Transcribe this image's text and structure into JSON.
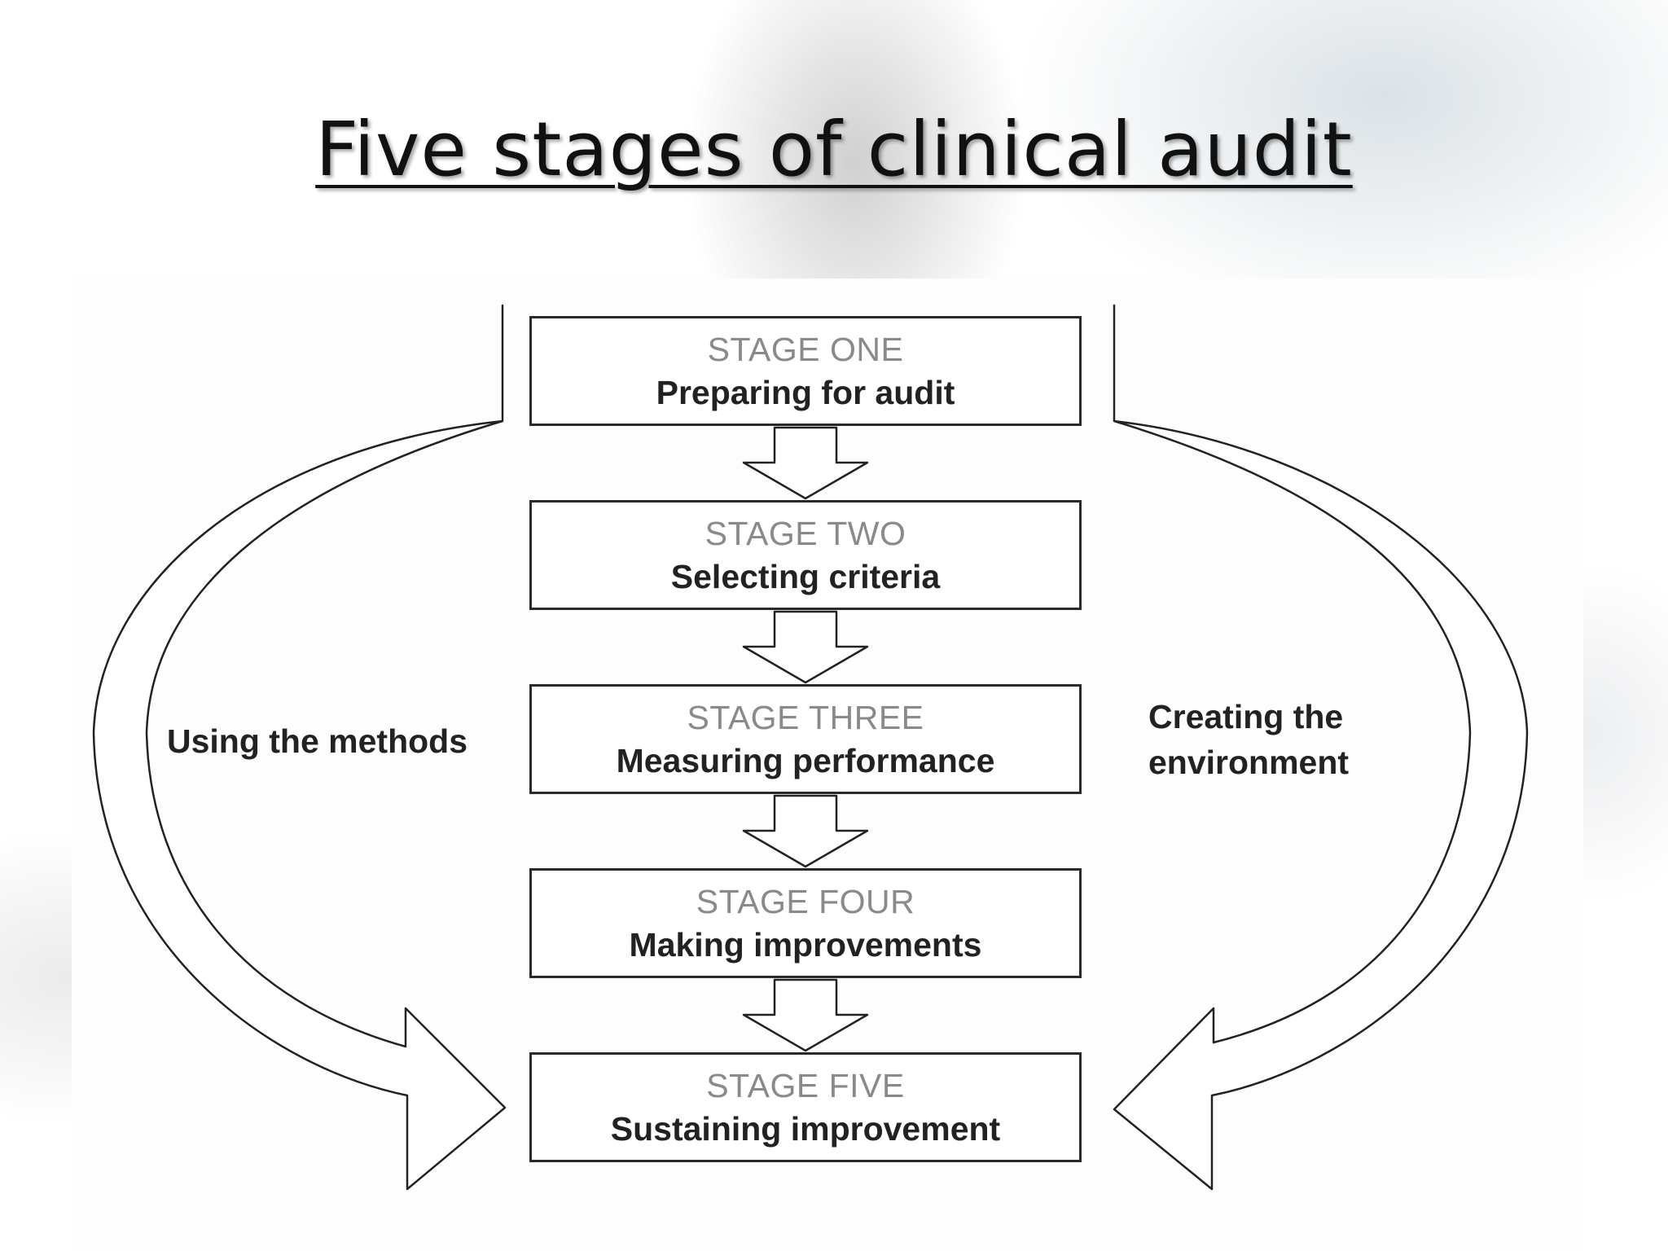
{
  "title": "Five stages of clinical audit",
  "stages": [
    {
      "label": "STAGE ONE",
      "description": "Preparing for audit"
    },
    {
      "label": "STAGE TWO",
      "description": "Selecting criteria"
    },
    {
      "label": "STAGE THREE",
      "description": "Measuring performance"
    },
    {
      "label": "STAGE FOUR",
      "description": "Making improvements"
    },
    {
      "label": "STAGE FIVE",
      "description": "Sustaining improvement"
    }
  ],
  "left_loop_label": "Using the methods",
  "right_loop_label": {
    "line1": "Creating the",
    "line2": "environment"
  },
  "colors": {
    "box_border": "#2a2a2a",
    "stage_label": "#8a8a8a",
    "stage_text": "#222222"
  }
}
